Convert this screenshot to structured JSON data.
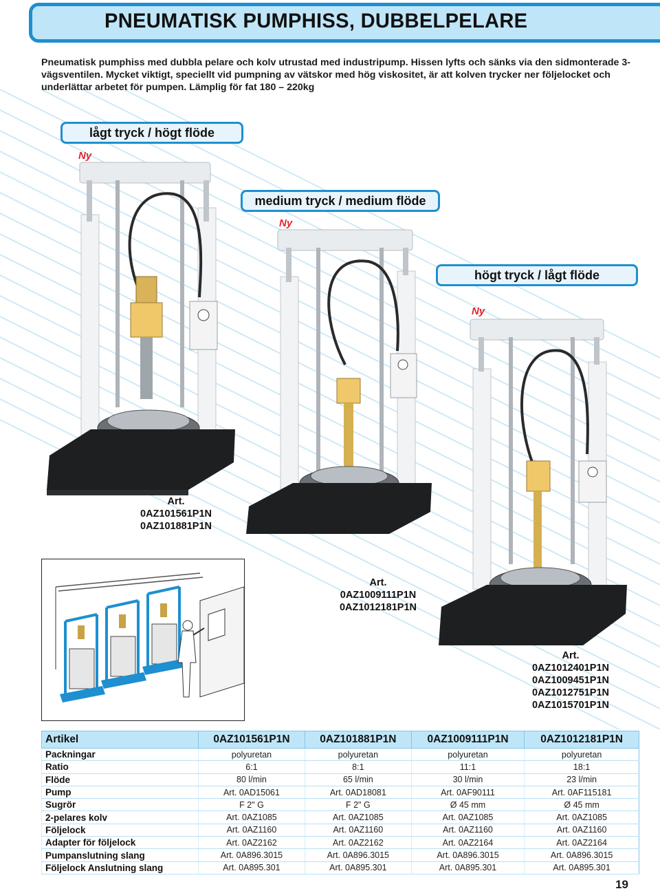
{
  "header": {
    "title": "PNEUMATISK PUMPHISS, DUBBELPELARE"
  },
  "intro": "Pneumatisk pumphiss med dubbla pelare och kolv utrustad med industripump. Hissen lyfts och sänks via den sidmonterade 3-vägsventilen. Mycket viktigt, speciellt vid pumpning av vätskor med hög viskositet, är att kolven trycker ner följelocket och underlättar arbetet för pumpen. Lämplig för fat 180 – 220kg",
  "products": [
    {
      "pill": "lågt tryck / högt flöde",
      "badge": "Ny",
      "art_label": "Art.",
      "codes": [
        "0AZ101561P1N",
        "0AZ101881P1N"
      ]
    },
    {
      "pill": "medium tryck / medium flöde",
      "badge": "Ny",
      "art_label": "Art.",
      "codes": [
        "0AZ1009111P1N",
        "0AZ1012181P1N"
      ]
    },
    {
      "pill": "högt tryck / lågt flöde",
      "badge": "Ny",
      "art_label": "Art.",
      "codes": [
        "0AZ1012401P1N",
        "0AZ1009451P1N",
        "0AZ1012751P1N",
        "0AZ1015701P1N"
      ]
    }
  ],
  "table": {
    "headers": [
      "Artikel",
      "0AZ101561P1N",
      "0AZ101881P1N",
      "0AZ1009111P1N",
      "0AZ1012181P1N"
    ],
    "rows": [
      [
        "Packningar",
        "polyuretan",
        "polyuretan",
        "polyuretan",
        "polyuretan"
      ],
      [
        "Ratio",
        "6:1",
        "8:1",
        "11:1",
        "18:1"
      ],
      [
        "Flöde",
        "80 l/min",
        "65 l/min",
        "30 l/min",
        "23 l/min"
      ],
      [
        "Pump",
        "Art. 0AD15061",
        "Art. 0AD18081",
        "Art. 0AF90111",
        "Art. 0AF115181"
      ],
      [
        "Sugrör",
        "F 2\" G",
        "F 2\" G",
        "Ø 45 mm",
        "Ø 45 mm"
      ],
      [
        "2-pelares kolv",
        "Art. 0AZ1085",
        "Art. 0AZ1085",
        "Art. 0AZ1085",
        "Art. 0AZ1085"
      ],
      [
        "Följelock",
        "Art. 0AZ1160",
        "Art. 0AZ1160",
        "Art. 0AZ1160",
        "Art. 0AZ1160"
      ],
      [
        "Adapter för följelock",
        "Art. 0AZ2162",
        "Art. 0AZ2162",
        "Art. 0AZ2164",
        "Art. 0AZ2164"
      ],
      [
        "Pumpanslutning slang",
        "Art. 0A896.3015",
        "Art. 0A896.3015",
        "Art. 0A896.3015",
        "Art. 0A896.3015"
      ],
      [
        "Följelock Anslutning slang",
        "Art. 0A895.301",
        "Art. 0A895.301",
        "Art. 0A895.301",
        "Art. 0A895.301"
      ]
    ]
  },
  "page_number": "19"
}
